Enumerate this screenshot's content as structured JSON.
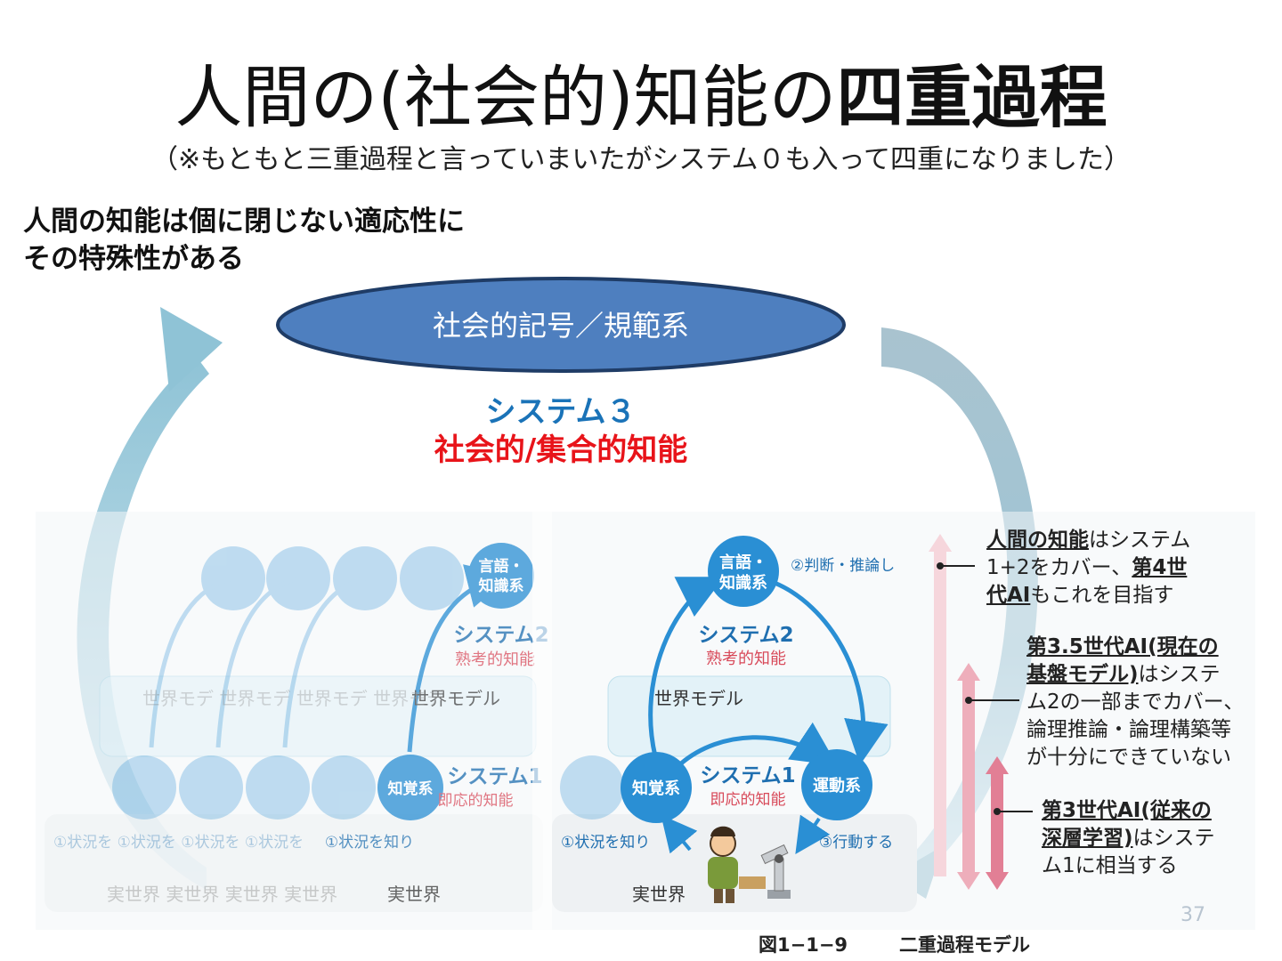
{
  "header": {
    "title_normal": "人間の(社会的)知能の",
    "title_bold": "四重過程",
    "subtitle": "（※もともと三重過程と言っていまいたがシステム０も入って四重になりました）"
  },
  "lead": {
    "line1": "人間の知能は個に閉じない適応性に",
    "line2": "その特殊性がある"
  },
  "social_ellipse_label": "社会的記号／規範系",
  "system3": {
    "title": "システム３",
    "subtitle": "社会的/集合的知能"
  },
  "diagram": {
    "language_node_line1": "言語・",
    "language_node_line2": "知識系",
    "perception_node": "知覚系",
    "motor_node": "運動系",
    "system2_title": "システム2",
    "system2_subtitle": "熟考的知能",
    "system1_title": "システム1",
    "system1_subtitle": "即応的知能",
    "world_model": "世界モデル",
    "step1": "①状況を知り",
    "step2": "②判断・推論し",
    "step3": "③行動する",
    "real_world": "実世界"
  },
  "notes": {
    "note1_line1_bold": "人間の知能",
    "note1_line1_rest": "はシステム",
    "note1_line2_a": "1+2をカバー、",
    "note1_line2_bold": "第4世",
    "note1_line3_bold": "代AI",
    "note1_line3_rest": "もこれを目指す",
    "note2_line1_bold": "第3.5世代AI(現在の",
    "note2_line2_bold": "基盤モデル)",
    "note2_line2_rest": "はシステ",
    "note2_line3": "ム2の一部までカバー、",
    "note2_line4": "論理推論・論理構築等",
    "note2_line5": "が十分にできていない",
    "note3_line1_bold": "第3世代AI(従来の",
    "note3_line2_bold": "深層学習)",
    "note3_line2_rest": "はシステ",
    "note3_line3": "ム1に相当する"
  },
  "page_number": "37",
  "figure": {
    "number": "図1−1−9",
    "title": "二重過程モデル"
  },
  "colors": {
    "ellipse_fill": "#4e7fbf",
    "ellipse_stroke": "#1f3c66",
    "node_blue": "#2a8fd4",
    "arrow_light_blue": "#9cc9dc",
    "system3_blue": "#1a73b8",
    "system3_red": "#e8141a",
    "pink_arrow": "#e8a0ae"
  }
}
